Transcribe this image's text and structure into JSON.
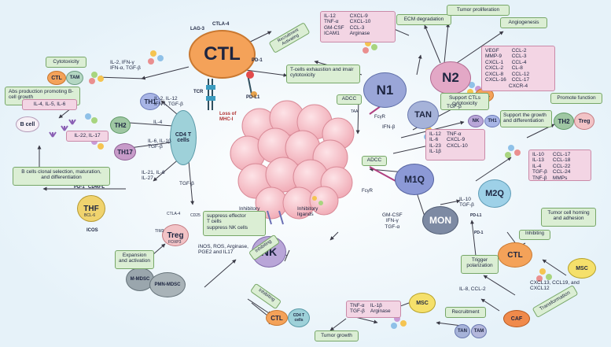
{
  "cells": {
    "ctl_main": "CTL",
    "lag3": "LAG-3",
    "ctla4_top": "CTLA-4",
    "pd1": "PD-1",
    "pdl1": "PD-L1",
    "tcr": "TCR",
    "loss_mhc": "Loss of MHC-I",
    "n1": "N1",
    "n2": "N2",
    "tan": "TAN",
    "ctl_small": "CTL",
    "tam_small": "TAM",
    "th1": "TH1",
    "th2": "TH2",
    "th17": "TH17",
    "cd4": "CD4 T cells",
    "bcell": "B cell",
    "thf": "THF",
    "bcl6": "BCL-6",
    "icos": "ICOS",
    "pd1_thf": "PD-1",
    "cd40l": "CD40-L",
    "treg": "Treg",
    "foxp3": "FOXP3",
    "ctla4_treg": "CTLA-4",
    "cd25": "CD25",
    "tim3": "TIM3",
    "nk_main": "NK",
    "mmdsc": "M-MDSC",
    "pmnmdsc": "PMN-MDSC",
    "ctl_bottom": "CTL",
    "cd4_bottom": "CD4 T cells",
    "m1": "M1Q",
    "mon": "MON",
    "m2": "M2Q",
    "ctl_m2": "CTL",
    "pdl1_m2": "PD-L1",
    "pd1_m2": "PD-1",
    "nk_small": "NK",
    "th1_small": "TH1",
    "ctl_right": "CTL",
    "th2_right": "TH2",
    "treg_right": "Treg",
    "msc_right": "MSC",
    "msc_left": "MSC",
    "caf": "CAF",
    "tan_bottom": "TAN",
    "tam_bottom": "TAM",
    "taa": "TAA",
    "fcyr_n1": "FcγR",
    "fcyr_m1": "FcγR"
  },
  "labels": {
    "recruit": "Recruitment Activating",
    "n1_cyt": [
      "IL-12",
      "TNF-α",
      "GM-CSF",
      "ICAM1",
      "CXCL-9",
      "CXCL-10",
      "CCL-3",
      "Arginase"
    ],
    "ecm": "ECM degradation",
    "tumor_prolif": "Tumor proliferation",
    "angio": "Angiogenesis",
    "n2_cyt": [
      "VEGF",
      "MMP-9",
      "CXCL-1",
      "CXCL-2",
      "CXCL-8",
      "CXCL-16",
      "CCL-2",
      "CCL-3",
      "CCL-4",
      "CL-8",
      "CCL-12",
      "CCL-17",
      "CXCR-4"
    ],
    "cytotoxicity": "Cytotoxicity",
    "il2_ifn": [
      "IL-2, IFN-γ",
      "IFN-α, TGF-β"
    ],
    "abs_prod": "Abs production promoting B-cell growth",
    "il2_il12": [
      "IL-2, IL-12",
      "IFN-I, TGF-β"
    ],
    "il4": "IL-4",
    "il4_list": "IL-4, IL-5, IL-6",
    "il6_il1": [
      "IL-6, IL-1β",
      "TGF-β"
    ],
    "il22": "IL-22, IL-17",
    "il21": [
      "IL-21, IL-6",
      "IL-27"
    ],
    "tgfb_cd4": "TGF-β",
    "bclonal": "B cells clonal selection, maturation, and differentiation",
    "exhaustion": "T-cells exhaustion and imair cytotoxicity",
    "support_ctl": "Support CTLs cytotoxicity",
    "adcc_n1": "ADCC",
    "ifnb": "IFN-β",
    "tgfb_tan": "TGF-β",
    "adcc_m1": "ADCC",
    "inh_lig_left": "Inhibitory receptor ligands",
    "inh_lig_right": "Inhibitory ligands",
    "suppress": [
      "suppress effector",
      "T cells",
      "suppress NK cells"
    ],
    "inos": [
      "iNOS, ROS, Arginase,",
      "PGE2 and IL17"
    ],
    "inhibiting_nk": "Inhibiting",
    "expansion": "Expansion and activation",
    "inhibiting_mdsc": "Inhibiting",
    "support_growth": "Support the growth and differentiation",
    "m1_cyt": [
      "IL-12",
      "IL-6",
      "IL-23",
      "IL-1β",
      "TNF-α",
      "CXCL-9",
      "CXCL-10"
    ],
    "gmcsf": [
      "GM-CSF",
      "IFN-γ",
      "TGF-α"
    ],
    "il10_tgf": [
      "IL-10",
      "TGF-β"
    ],
    "promote": "Promote function",
    "m2_cyt": [
      "IL-10",
      "IL-13",
      "IL-4",
      "TGF-β",
      "TNF-β",
      "CCL-17",
      "CCL-18",
      "CCL-22",
      "CCL-24",
      "MMPs"
    ],
    "inhibiting_m2": "Inhibiting",
    "tumor_homing": "Tumor cell homing and adhesion",
    "trigger": "Trigger polarization",
    "il8": "IL-8, CCL-2",
    "cxcl13": [
      "CXCL13, CCL19, and",
      "CXCL12"
    ],
    "msc_cyt": [
      "TNF-α",
      "TGF-β",
      "IL-1β",
      "Arginase"
    ],
    "recruitment_b": "Recruitment",
    "transformation": "Transformation",
    "tumor_growth": "Tumor growth"
  },
  "colors": {
    "ctl": "#f4a259",
    "n1": "#9aa6d8",
    "n2": "#e3a8c6",
    "tan": "#a6b3d9",
    "th1": "#a8b5e6",
    "th2": "#9fc7a3",
    "th17": "#c79bc9",
    "cd4": "#9ed1d9",
    "thf": "#f0d36e",
    "treg": "#f2c3c6",
    "nk": "#b9a6d8",
    "m1": "#8c99d6",
    "mon": "#7d8aa3",
    "m2": "#9ed1e8",
    "mdsc": "#9aa6ad",
    "msc": "#f5e06b",
    "caf": "#f08a4b",
    "tumor": "#f6c1c8"
  }
}
